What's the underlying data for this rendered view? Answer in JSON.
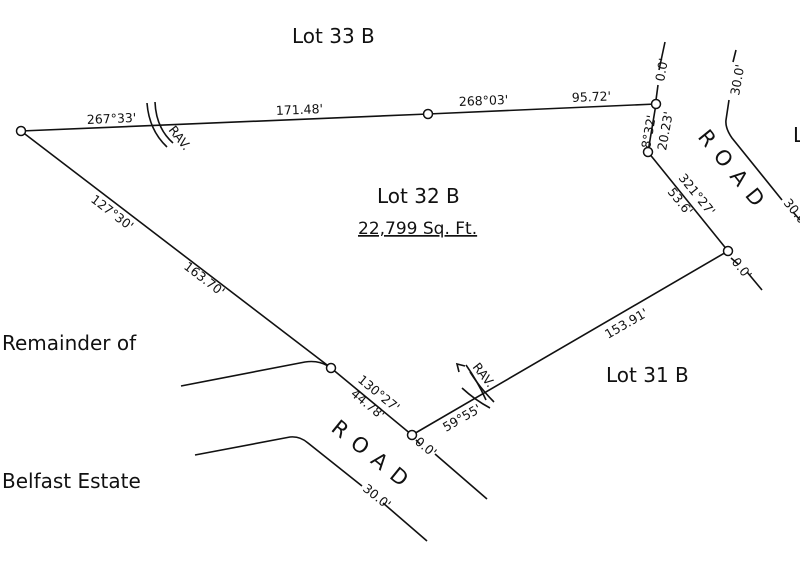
{
  "lots": {
    "lot_33b": "Lot 33 B",
    "lot_32b": "Lot 32 B",
    "lot_32b_area": "22,799 Sq. Ft.",
    "lot_31b": "Lot 31 B",
    "remainder_line1": "Remainder of",
    "remainder_line2": "Belfast Estate",
    "edge_partial": "L"
  },
  "boundaries": {
    "north_bearing_west": "267°33'",
    "north_dist_west": "171.48'",
    "north_bearing_east": "268°03'",
    "north_dist_east": "95.72'",
    "ne_bearing": "8°32'",
    "ne_dist": "20.23'",
    "east_bearing": "321°27'",
    "east_dist": "53.6'",
    "west_bearing": "127°30'",
    "west_dist": "163.70'",
    "sw_bearing": "130°27'",
    "sw_dist": "44.78'",
    "south_bearing": "59°55'",
    "south_dist": "153.91'"
  },
  "roads": {
    "road_label": "ROAD",
    "offset_zero": "0.0'",
    "offset_width": "30.0'"
  },
  "ravine": {
    "label": "RAV."
  }
}
